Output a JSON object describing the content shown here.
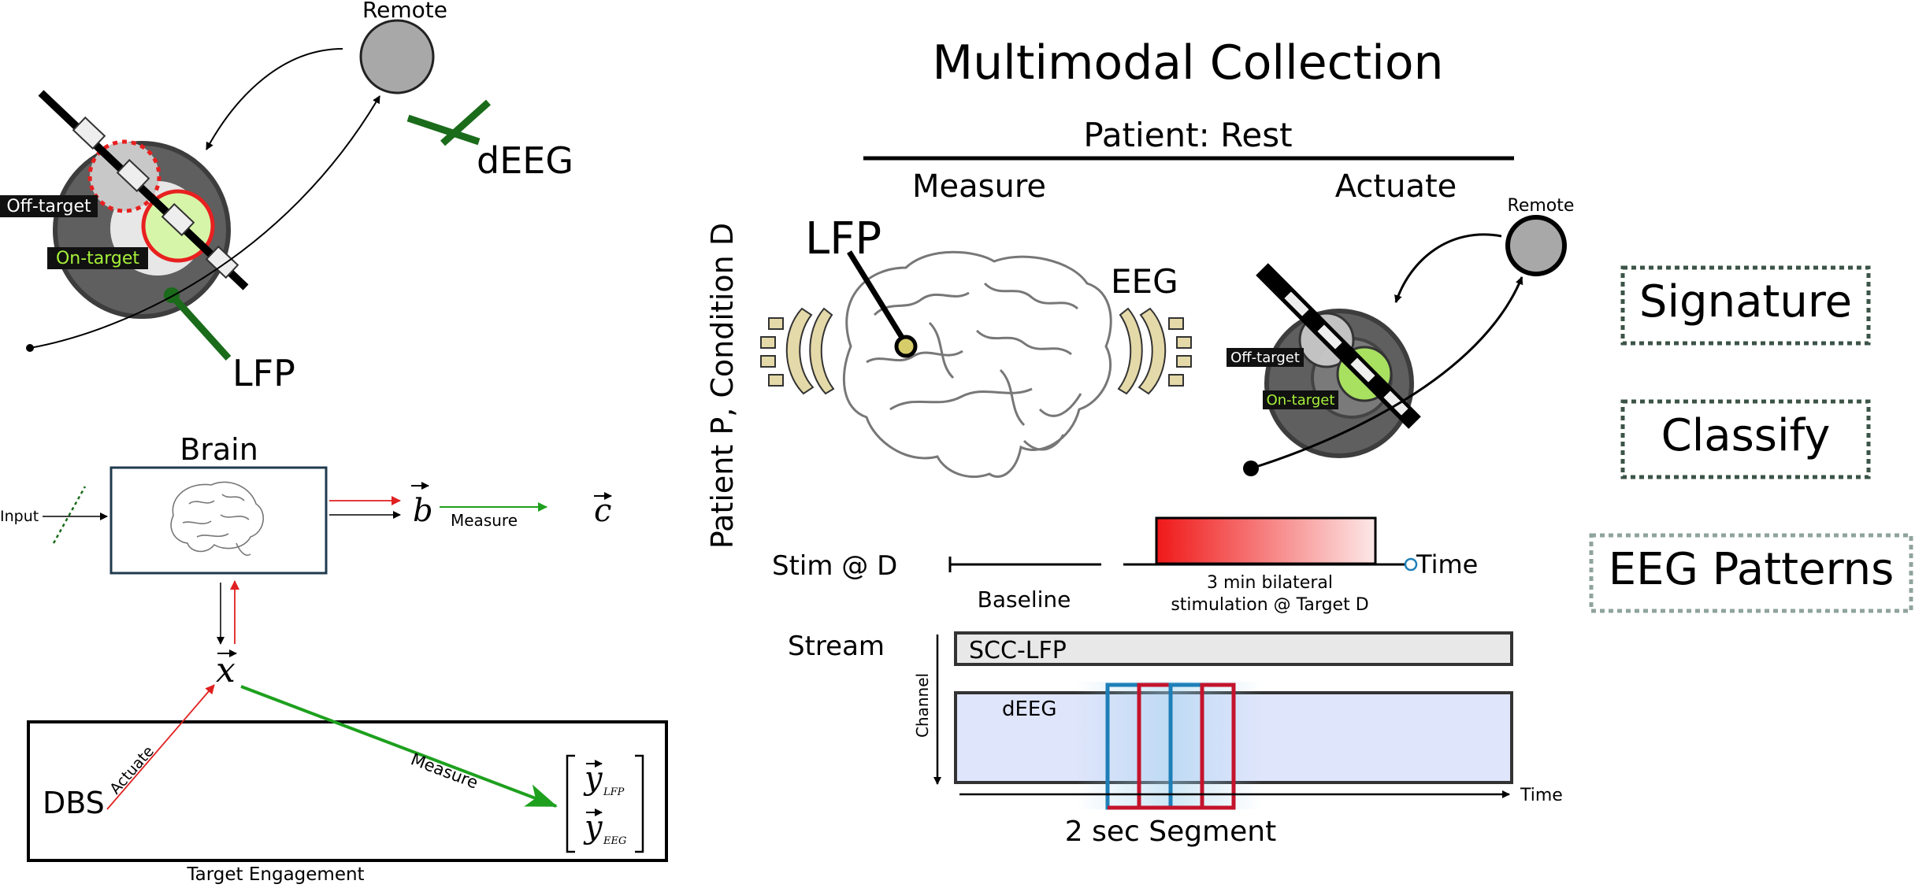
{
  "top_left": {
    "remote_label": "Remote",
    "deeg_label": "dEEG",
    "off_target_label": "Off-target",
    "on_target_label": "On-target",
    "lfp_label": "LFP"
  },
  "block_diagram": {
    "brain_label": "Brain",
    "input_label": "Input",
    "b_vector": "b",
    "c_vector": "c",
    "measure_label_top": "Measure",
    "x_vector": "x",
    "dbs_label": "DBS",
    "actuate_label": "Actuate",
    "measure_label_diag": "Measure",
    "y_lfp": "y",
    "y_lfp_sub": "LFP",
    "y_eeg": "y",
    "y_eeg_sub": "EEG",
    "target_engagement_label": "Target Engagement"
  },
  "multimodal": {
    "title": "Multimodal Collection",
    "patient_label": "Patient: Rest",
    "measure_header": "Measure",
    "actuate_header": "Actuate",
    "side_label": "Patient P, Condition D",
    "lfp_label": "LFP",
    "eeg_label": "EEG",
    "remote_label": "Remote",
    "off_target_label": "Off-target",
    "on_target_label": "On-target"
  },
  "timeline": {
    "stim_label": "Stim @ D",
    "time_label": "Time",
    "baseline_label": "Baseline",
    "stim_desc_line1": "3 min bilateral",
    "stim_desc_line2": "stimulation @ Target D",
    "stream_label": "Stream",
    "channel_label": "Channel",
    "scc_lfp_label": "SCC-LFP",
    "deeg_label": "dEEG",
    "axis_time_label": "Time",
    "segment_label": "2 sec Segment"
  },
  "outputs": [
    {
      "label": "Signature"
    },
    {
      "label": "Classify"
    },
    {
      "label": "EEG Patterns"
    }
  ],
  "colors": {
    "ring_gray": "#5f5f5f",
    "ring_dark": "#3d3d3d",
    "lead_green": "#1a6b1a",
    "on_target_fill": "#d7f5a8",
    "off_target_red": "#e82020",
    "arrow_red": "#e02020",
    "arrow_green": "#1ea01e",
    "stim_red": "#f03030",
    "segment_blue": "#1d7fb8",
    "segment_red": "#c4132c",
    "deeg_fill": "#dfe5fb",
    "lfp_fill": "#e8e8e8",
    "output_border_dark": "#3c5448",
    "output_border_light": "#8fa49c"
  }
}
